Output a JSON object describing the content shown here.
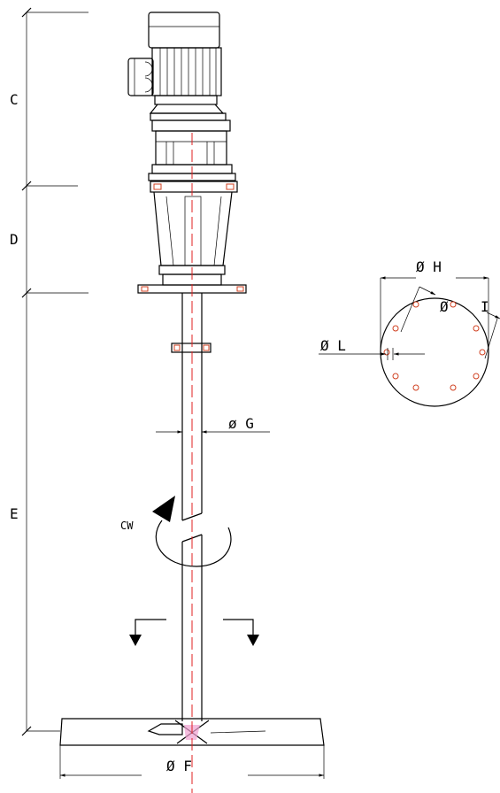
{
  "dimensions": {
    "C": "C",
    "D": "D",
    "E": "E",
    "F": "Ø F",
    "G": "ø G",
    "H": "Ø H",
    "I": "I",
    "L": "Ø L",
    "hole_dia": "Ø"
  },
  "rotation": "CW",
  "colors": {
    "line": "#000000",
    "centerline": "#e02020",
    "holes": "#d04020"
  }
}
